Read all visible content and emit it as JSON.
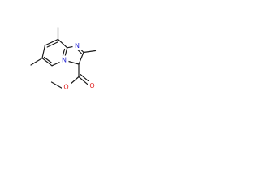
{
  "molecule": {
    "atoms": {
      "n_bridge": "N",
      "n_imidazole": "N",
      "o_carbonyl": "O",
      "o_ester": "O"
    },
    "colors": {
      "bond": "#1a1a1a",
      "nitrogen": "#2b2bd6",
      "oxygen": "#e02020"
    }
  }
}
